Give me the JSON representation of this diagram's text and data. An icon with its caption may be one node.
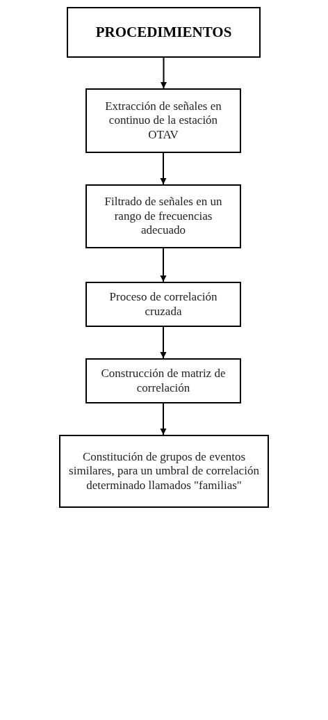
{
  "diagram": {
    "nodes": [
      {
        "text": [
          "PROCEDIMIENTOS"
        ]
      },
      {
        "text": [
          "Extracción de señales en continuo de la estación OTAV"
        ]
      },
      {
        "text": [
          "Filtrado de señales en un rango de frecuencias adecuado"
        ]
      },
      {
        "text": [
          "Proceso de correlación cruzada"
        ]
      },
      {
        "text": [
          "Construcción de matriz de correlación"
        ]
      },
      {
        "text": [
          "Constitución de grupos de eventos similares, para un umbral de correlación determinado llamados \"familias\""
        ]
      }
    ],
    "edges": [
      {
        "from": 0,
        "to": 1,
        "arrow": "to"
      },
      {
        "from": 1,
        "to": 2,
        "arrow": "to"
      },
      {
        "from": 2,
        "to": 3,
        "arrow": "to"
      },
      {
        "from": 3,
        "to": 4,
        "arrow": "to"
      },
      {
        "from": 4,
        "to": 5,
        "arrow": "to"
      }
    ]
  }
}
